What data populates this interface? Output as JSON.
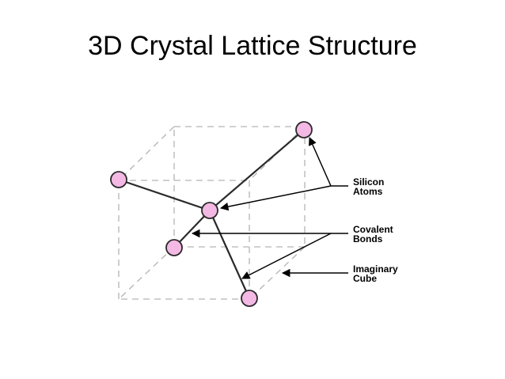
{
  "title": "3D Crystal Lattice Structure",
  "labels": {
    "atoms": [
      "Silicon",
      "Atoms"
    ],
    "bonds": [
      "Covalent",
      "Bonds"
    ],
    "cube": [
      "Imaginary",
      "Cube"
    ]
  },
  "colors": {
    "atom_fill": "#f4b8e4",
    "atom_stroke": "#2a2a2a",
    "bond": "#2a2a2a",
    "cube_edge": "#b3b3b3",
    "leader": "#000000"
  }
}
